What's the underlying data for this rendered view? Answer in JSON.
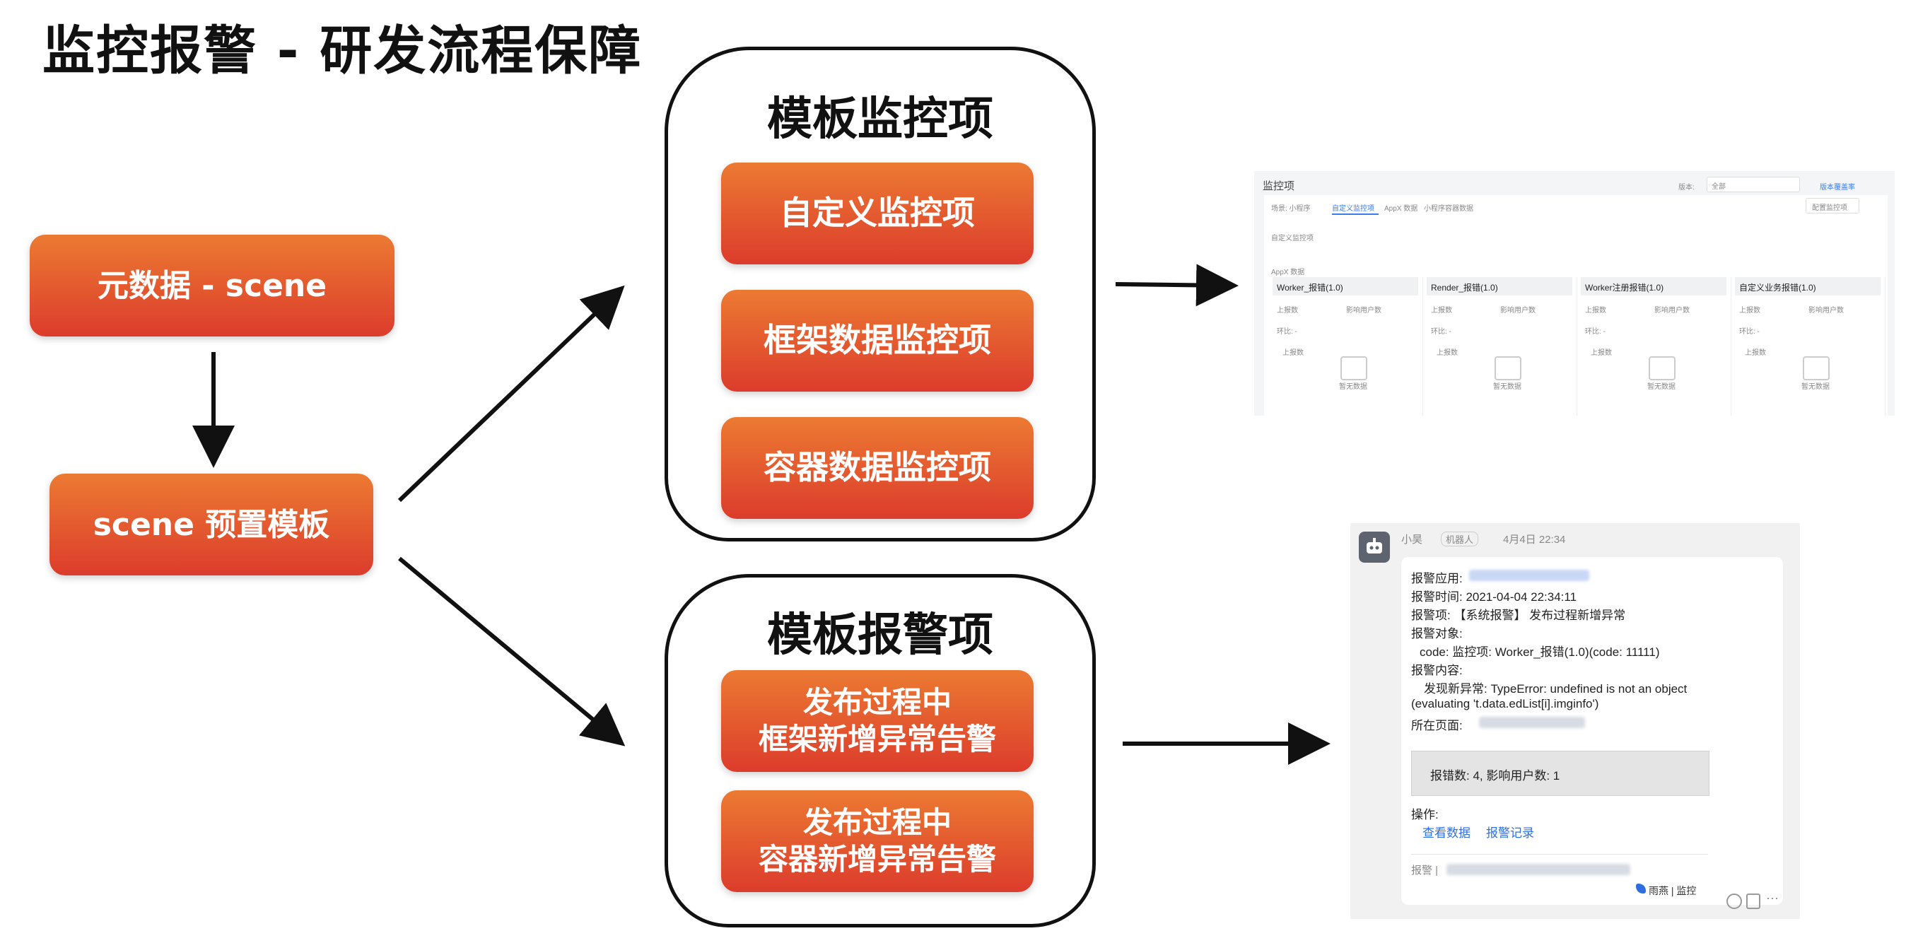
{
  "title": "监控报警 - 研发流程保障",
  "left_boxes": {
    "meta": "元数据 - scene",
    "preset": "scene 预置模板"
  },
  "group_monitor": {
    "title": "模板监控项",
    "items": [
      "自定义监控项",
      "框架数据监控项",
      "容器数据监控项"
    ]
  },
  "group_alert": {
    "title": "模板报警项",
    "items": [
      {
        "line1": "发布过程中",
        "line2": "框架新增异常告警"
      },
      {
        "line1": "发布过程中",
        "line2": "容器新增异常告警"
      }
    ]
  },
  "shot_monitor": {
    "heading": "监控项",
    "version_label": "版本:",
    "version_value": "全部",
    "coverage_link": "版本覆盖率",
    "scene_label": "场景: 小程序",
    "tabs": [
      "自定义监控项",
      "AppX 数据",
      "小程序容器数据"
    ],
    "config_button": "配置监控项",
    "section1": "自定义监控项",
    "section2": "AppX 数据",
    "cards": [
      {
        "name": "Worker_报错(1.0)",
        "col1": "上报数",
        "col2": "影响用户数",
        "ring": "环比: -",
        "report": "上报数",
        "empty": "暂无数据"
      },
      {
        "name": "Render_报错(1.0)",
        "col1": "上报数",
        "col2": "影响用户数",
        "ring": "环比: -",
        "report": "上报数",
        "empty": "暂无数据"
      },
      {
        "name": "Worker注册报错(1.0)",
        "col1": "上报数",
        "col2": "影响用户数",
        "ring": "环比: -",
        "report": "上报数",
        "empty": "暂无数据"
      },
      {
        "name": "自定义业务报错(1.0)",
        "col1": "上报数",
        "col2": "影响用户数",
        "ring": "环比: -",
        "report": "上报数",
        "empty": "暂无数据"
      }
    ]
  },
  "shot_alert": {
    "sender": "小昊",
    "bot_tag": "机器人",
    "time": "4月4日 22:34",
    "lines": [
      "报警应用:",
      "报警时间: 2021-04-04 22:34:11",
      "报警项: 【系统报警】 发布过程新增异常",
      "报警对象:",
      "code: 监控项: Worker_报错(1.0)(code: 11111)",
      "报警内容:",
      "发现新异常: TypeError: undefined is not an object",
      "(evaluating 't.data.edList[i].imginfo')",
      "所在页面:"
    ],
    "stats": "报错数: 4, 影响用户数: 1",
    "ops_label": "操作:",
    "link1": "查看数据",
    "link2": "报警记录",
    "footer_prefix": "报警 |",
    "brand": "雨燕 | 监控"
  }
}
